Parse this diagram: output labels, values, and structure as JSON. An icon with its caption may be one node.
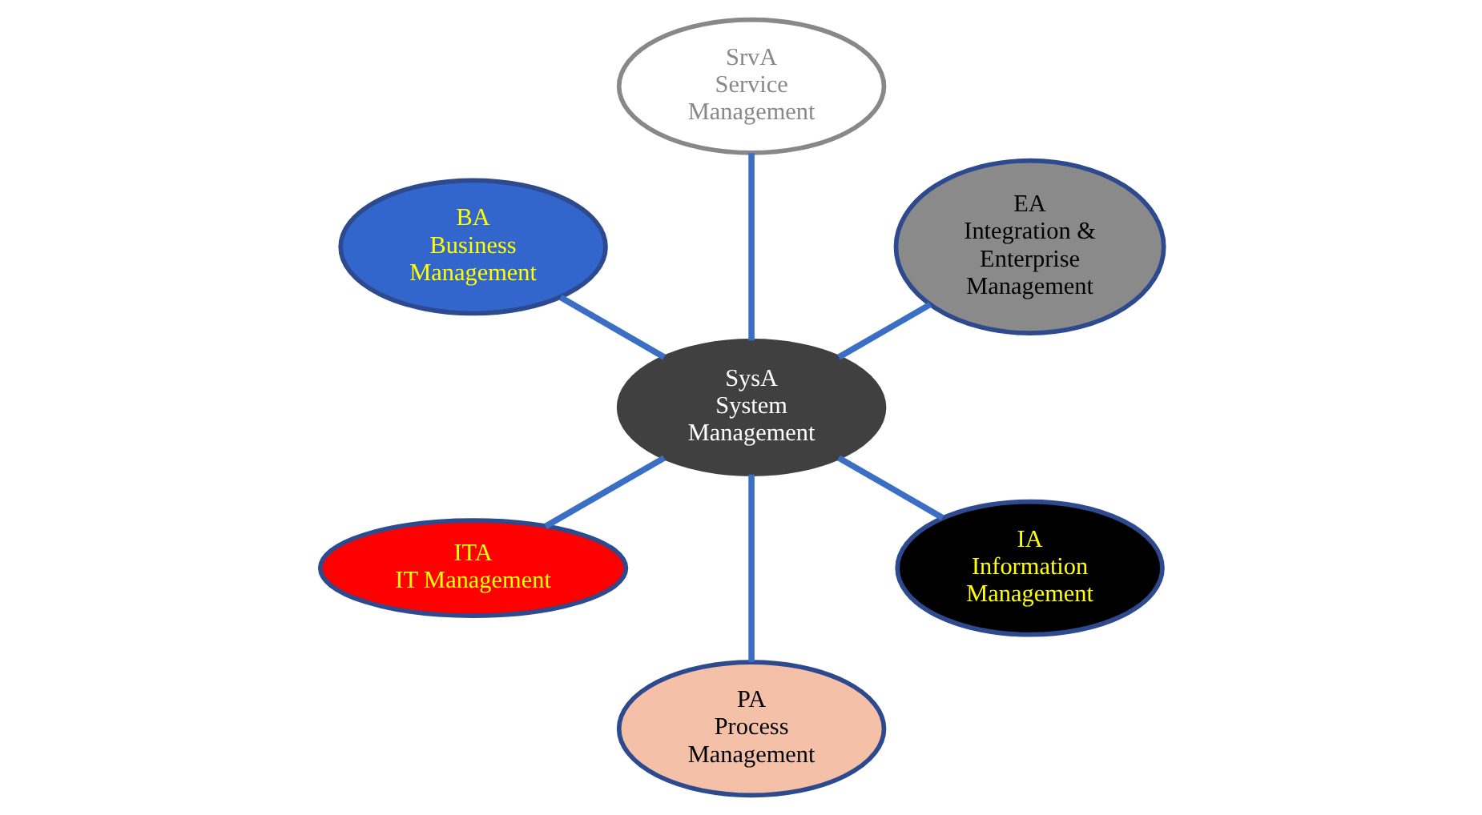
{
  "diagram": {
    "nodes": [
      {
        "text": [
          "EA",
          "Integration & Enterprise Management"
        ]
      },
      {
        "text": [
          "SrvA",
          "Service Management"
        ]
      },
      {
        "text": [
          "BA",
          "Business Management"
        ]
      },
      {
        "text": [
          "SysA",
          "System Management"
        ]
      },
      {
        "text": [
          "ITA",
          "IT Management"
        ]
      },
      {
        "text": [
          "PA",
          "Process Management"
        ]
      },
      {
        "text": [
          "IA",
          "Information Management"
        ]
      }
    ],
    "edges": [
      {
        "from": 3,
        "to": 0,
        "arrow": "none"
      },
      {
        "from": 3,
        "to": 2,
        "arrow": "none"
      },
      {
        "from": 3,
        "to": 5,
        "arrow": "none"
      },
      {
        "from": 3,
        "to": 6,
        "arrow": "none"
      },
      {
        "from": 3,
        "to": 4,
        "arrow": "none"
      },
      {
        "from": 3,
        "to": 1,
        "arrow": "none"
      }
    ]
  }
}
